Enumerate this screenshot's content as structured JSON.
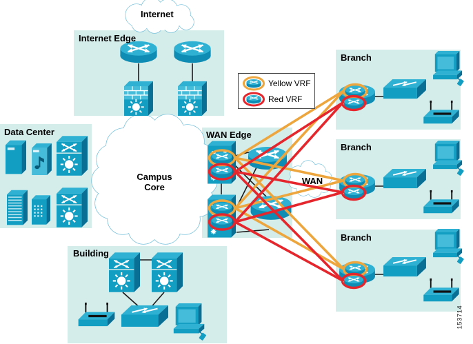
{
  "figure_number": "153714",
  "clouds": {
    "internet": {
      "label": "Internet"
    },
    "campus_core": {
      "line1": "Campus",
      "line2": "Core"
    },
    "wan": {
      "label": "WAN"
    }
  },
  "regions": {
    "internet_edge": {
      "label": "Internet Edge"
    },
    "data_center": {
      "label": "Data Center"
    },
    "wan_edge": {
      "label": "WAN Edge"
    },
    "building": {
      "label": "Building"
    },
    "branch_top": {
      "label": "Branch"
    },
    "branch_middle": {
      "label": "Branch"
    },
    "branch_bottom": {
      "label": "Branch"
    }
  },
  "legend": {
    "items": [
      {
        "label": "Yellow VRF",
        "ring_color": "#EDA63E"
      },
      {
        "label": "Red VRF",
        "ring_color": "#E5262C"
      }
    ]
  },
  "colors": {
    "region_fill": "#D4ECEA",
    "icon_blue": "#129DC3",
    "icon_blue_light": "#2EB1D2",
    "icon_blue_dark": "#0A6F94",
    "vrf_yellow": "#EDA63E",
    "vrf_red": "#E5262C",
    "cloud_outline": "#6BBCD8",
    "link_black": "#1A1A1A"
  },
  "icon_glyphs": {
    "router": "cylinder-with-crossed-arrows",
    "switch-chassis": "3d-box-with-crossed-arrows",
    "multilayer-switch": "3d-box-crossed-arrows-and-hub",
    "workgroup-switch": "flat-3d-box-with-arrows",
    "firewall": "brick-wall-box-with-sun",
    "server": "tower-box",
    "media-server": "box-with-music-note",
    "rack-server": "striped-tower-box",
    "compact-server": "dotted-box",
    "pc": "monitor-with-base-and-mouse",
    "access-point": "flat-box-with-two-antennas"
  }
}
